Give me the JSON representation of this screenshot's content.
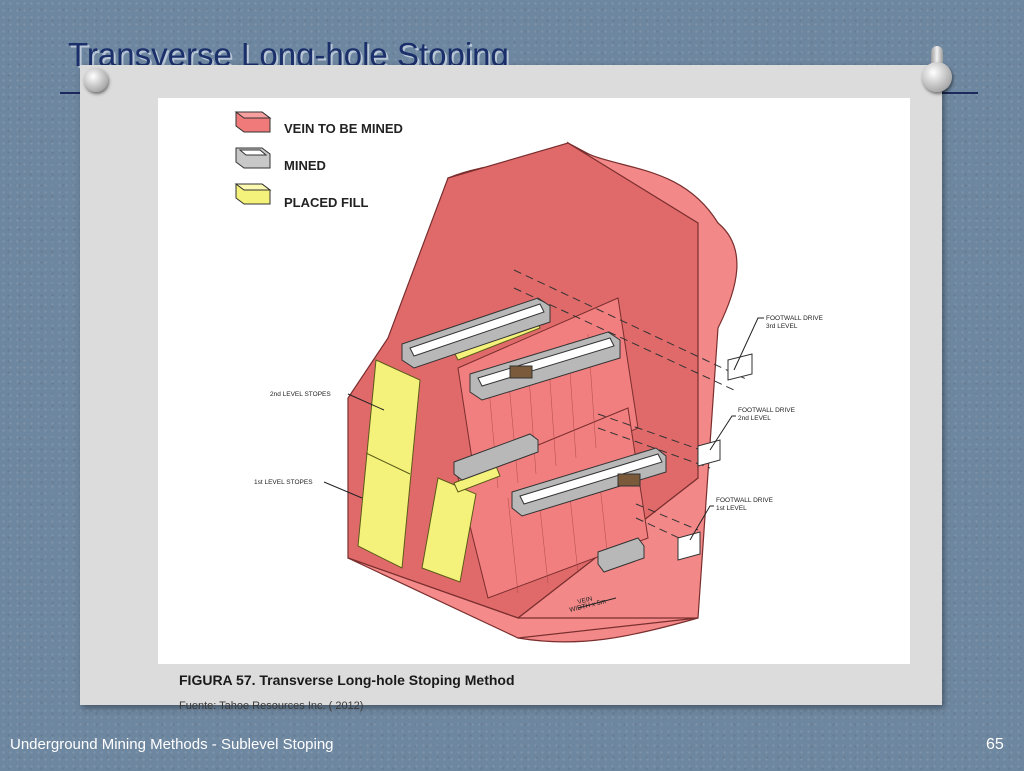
{
  "slide": {
    "title": "Transverse Long-hole Stoping",
    "footer": "Underground Mining Methods - Sublevel Stoping",
    "page_number": "65"
  },
  "figure": {
    "caption": "FIGURA 57.  Transverse Long-hole Stoping Method",
    "source": "Fuente: Tahoe Resources Inc. ( 2012)",
    "legend": [
      {
        "label": "VEIN TO BE MINED",
        "color": "#f07a7a"
      },
      {
        "label": "MINED",
        "color": "#c8c8c8"
      },
      {
        "label": "PLACED FILL",
        "color": "#f4f27a"
      }
    ],
    "callouts": {
      "footwall_3": [
        "FOOTWALL DRIVE",
        "3rd LEVEL"
      ],
      "footwall_2": [
        "FOOTWALL DRIVE",
        "2nd LEVEL"
      ],
      "footwall_1": [
        "FOOTWALL DRIVE",
        "1st LEVEL"
      ],
      "stopes_2": "2nd LEVEL STOPES",
      "stopes_1": "1st LEVEL STOPES",
      "vein": [
        "VEIN",
        "WIDTH x 5m"
      ]
    },
    "colors": {
      "vein_dark": "#c95858",
      "vein_mid": "#e06a6a",
      "vein_light": "#f48a8a",
      "fill": "#f4f27a",
      "mined": "#b8b8b8"
    }
  }
}
